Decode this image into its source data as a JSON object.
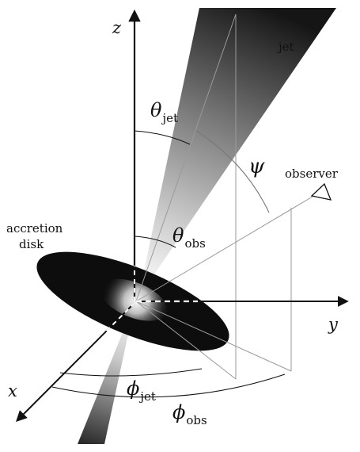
{
  "labels": {
    "z": "z",
    "y": "y",
    "x": "x",
    "jet": "jet",
    "observer": "observer",
    "accretion": "accretion",
    "disk": "disk",
    "psi": "ψ",
    "theta": "θ",
    "phi": "ϕ",
    "sub_jet": "jet",
    "sub_obs": "obs"
  },
  "colors": {
    "ink": "#111111",
    "disk": "#0d0d0d",
    "guide": "#9a9a9a"
  }
}
